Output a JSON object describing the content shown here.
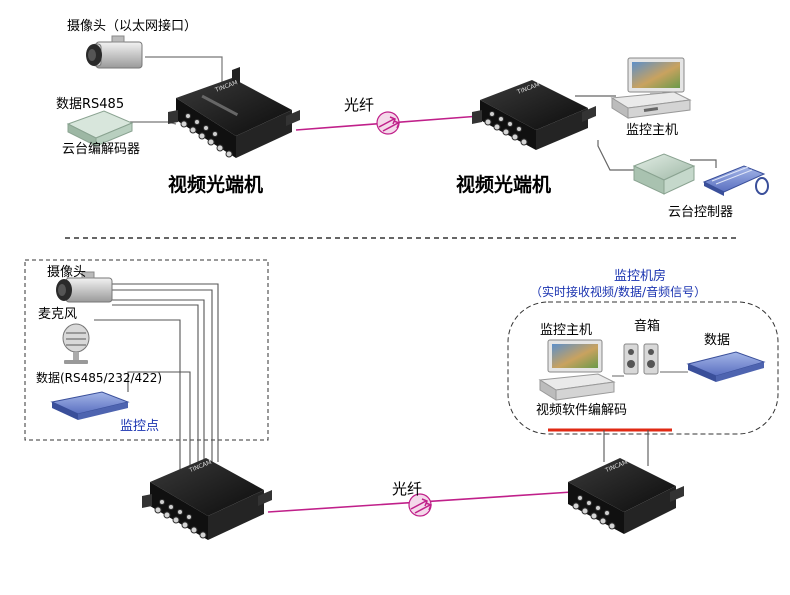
{
  "top": {
    "camera_label": "摄像头（以太网接口）",
    "data_label": "数据RS485",
    "ptz_decoder_label": "云台编解码器",
    "left_transceiver_label": "视频光端机",
    "fiber_label": "光纤",
    "right_transceiver_label": "视频光端机",
    "monitor_host_label": "监控主机",
    "ptz_controller_label": "云台控制器"
  },
  "bottom": {
    "camera_label": "摄像头",
    "mic_label": "麦克风",
    "data_label": "数据(RS485/232/422)",
    "monitor_point_label": "监控点",
    "fiber_label": "光纤",
    "room_title": "监控机房",
    "room_subtitle": "（实时接收视频/数据/音频信号）",
    "monitor_host_label": "监控主机",
    "speaker_label": "音箱",
    "data_device_label": "数据",
    "software_label": "视频软件编解码"
  },
  "device": {
    "brand": "TINCAM"
  },
  "colors": {
    "fiber": "#c0208a",
    "device_body": "#1a1a1a",
    "red_bar": "#e02a14",
    "blue_text": "#1a33b0"
  }
}
